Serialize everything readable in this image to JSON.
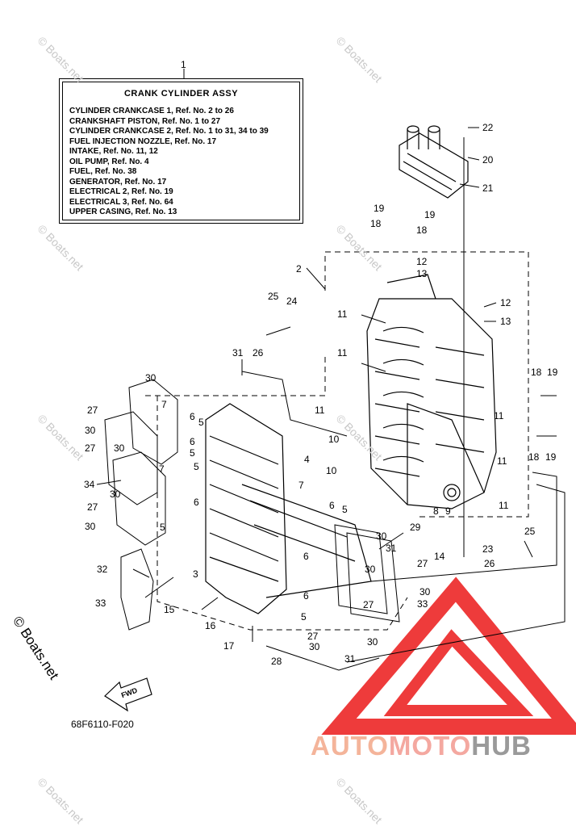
{
  "legend": {
    "ref": "1",
    "title": "CRANK CYLINDER ASSY",
    "lines": [
      "CYLINDER CRANKCASE 1, Ref. No. 2 to 26",
      "CRANKSHAFT PISTON,  Ref. No. 1 to 27",
      "CYLINDER CRANKCASE 2, Ref. No. 1 to 31, 34 to 39",
      "FUEL INJECTION NOZZLE, Ref. No. 17",
      "INTAKE, Ref. No. 11, 12",
      "OIL PUMP, Ref. No. 4",
      "FUEL, Ref. No. 38",
      "GENERATOR,  Ref. No. 17",
      "ELECTRICAL 2, Ref. No. 19",
      "ELECTRICAL 3, Ref. No. 64",
      "UPPER CASING, Ref. No. 13"
    ]
  },
  "callouts": [
    "22",
    "20",
    "21",
    "19",
    "19",
    "18",
    "18",
    "2",
    "12",
    "13",
    "12",
    "13",
    "25",
    "24",
    "26",
    "11",
    "11",
    "11",
    "31",
    "30",
    "27",
    "7",
    "6",
    "5",
    "30",
    "6",
    "5",
    "27",
    "30",
    "34",
    "30",
    "5",
    "7",
    "6",
    "27",
    "30",
    "5",
    "18",
    "19",
    "11",
    "10",
    "11",
    "18",
    "19",
    "10",
    "11",
    "4",
    "7",
    "6",
    "5",
    "8",
    "9",
    "29",
    "14",
    "30",
    "31",
    "25",
    "23",
    "26",
    "27",
    "32",
    "3",
    "15",
    "33",
    "16",
    "6",
    "5",
    "30",
    "6",
    "30",
    "27",
    "33",
    "17",
    "27",
    "28",
    "30",
    "31",
    "30"
  ],
  "figure_code": "68F6110-F020",
  "copyright": "© Boats.net",
  "watermark": "© Boats.net",
  "fwd_label": "FWD",
  "brand": {
    "part1": "AUTO",
    "part2": "MOTO",
    "part3": "HUB"
  },
  "colors": {
    "brand_orange": "#f4b49a",
    "brand_red": "#f4a8a0",
    "brand_gray": "#9a9a9a",
    "triangle": "#ee3b3b"
  }
}
